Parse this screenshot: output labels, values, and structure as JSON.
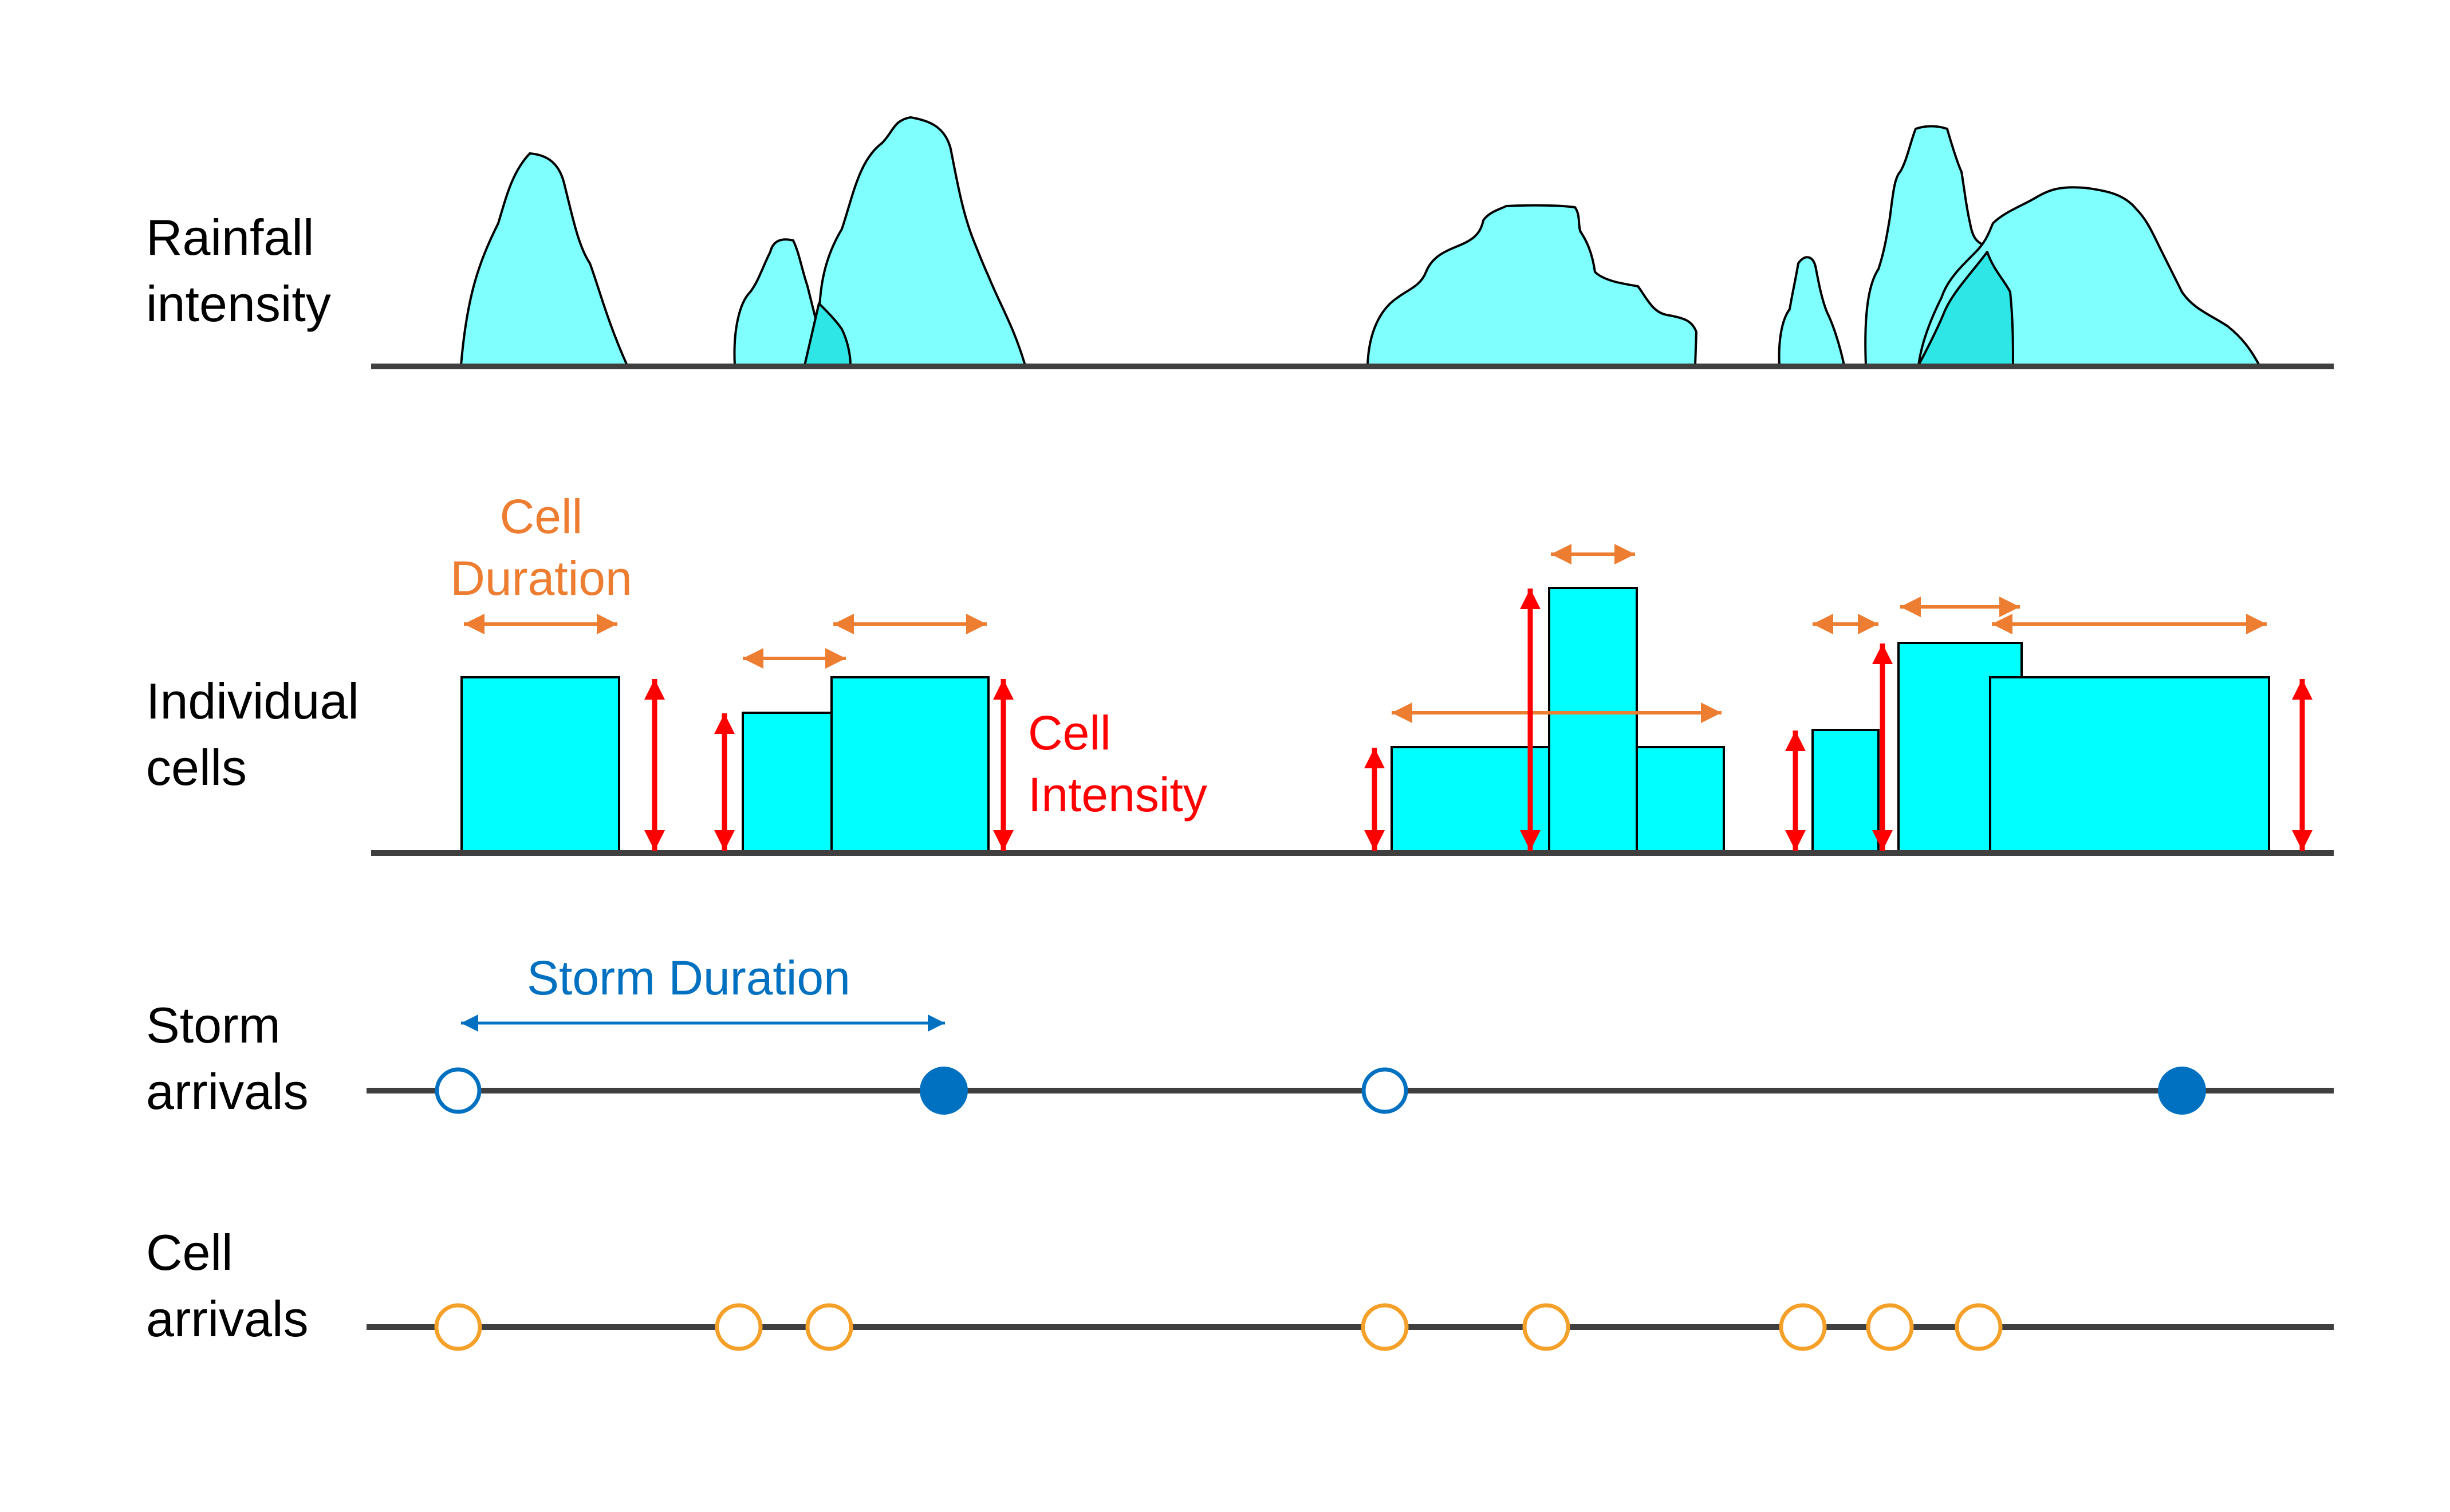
{
  "rows": {
    "rainfall": {
      "line1": "Rainfall",
      "line2": "intensity"
    },
    "cells": {
      "line1": "Individual",
      "line2": "cells"
    },
    "storm": {
      "line1": "Storm",
      "line2": "arrivals"
    },
    "cellarr": {
      "line1": "Cell",
      "line2": "arrivals"
    }
  },
  "annotations": {
    "cell_duration": {
      "line1": "Cell",
      "line2": "Duration"
    },
    "cell_intensity": {
      "line1": "Cell",
      "line2": "Intensity"
    },
    "storm_duration": "Storm Duration"
  },
  "colors": {
    "axis": "#3f3f3f",
    "cell_fill": "#00ffff",
    "rain_fill": "#80ffff",
    "rain_overlap": "#2ee6e6",
    "duration": "#ed7d31",
    "intensity": "#ff0000",
    "storm": "#0070c0",
    "cell_marker": "#f5a028"
  },
  "icons": {
    "storm_start": "open-circle-marker",
    "storm_end": "filled-circle-marker",
    "cell_arrival": "open-circle-marker",
    "duration": "double-headed-horizontal-arrow",
    "intensity": "double-headed-vertical-arrow"
  }
}
